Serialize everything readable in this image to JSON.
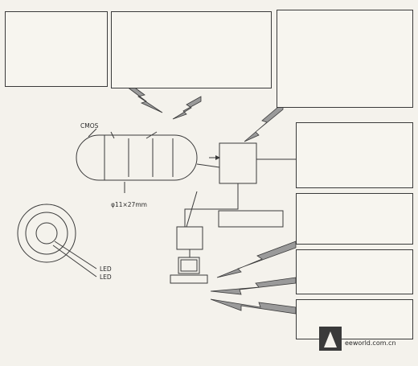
{
  "tl_box": {
    "items": [
      "",
      "",
      "",
      "",
      "",
      ""
    ]
  },
  "tc_box": {
    "title": "",
    "items": [
      "",
      "",
      "",
      "",
      "",
      ""
    ],
    "footer": ""
  },
  "tr_box": {
    "title": "",
    "items": [
      "",
      "",
      "",
      "",
      "",
      "",
      ""
    ],
    "footer": ""
  },
  "capsule": {
    "title": "CMOS",
    "segments": [
      "",
      "",
      ""
    ],
    "sensor_label": "",
    "dims_label": "",
    "dims_value": "φ11×27mm"
  },
  "receiver_box": {
    "label": ""
  },
  "small_box": {
    "label": ""
  },
  "wide_box": {
    "label": ""
  },
  "rp1": {
    "title": "",
    "items": [
      "",
      "",
      "",
      ""
    ]
  },
  "rp2": {
    "title": "",
    "items": [
      "",
      "",
      ""
    ]
  },
  "rp3": {
    "title": "",
    "items": [
      "",
      ""
    ]
  },
  "rp4": {
    "title": "",
    "items": [
      "",
      "",
      ""
    ]
  },
  "legend": {
    "item1": "LED",
    "item2": "LED"
  },
  "caption": "",
  "logo": {
    "brand": "",
    "url": "eeworld.com.cn"
  }
}
